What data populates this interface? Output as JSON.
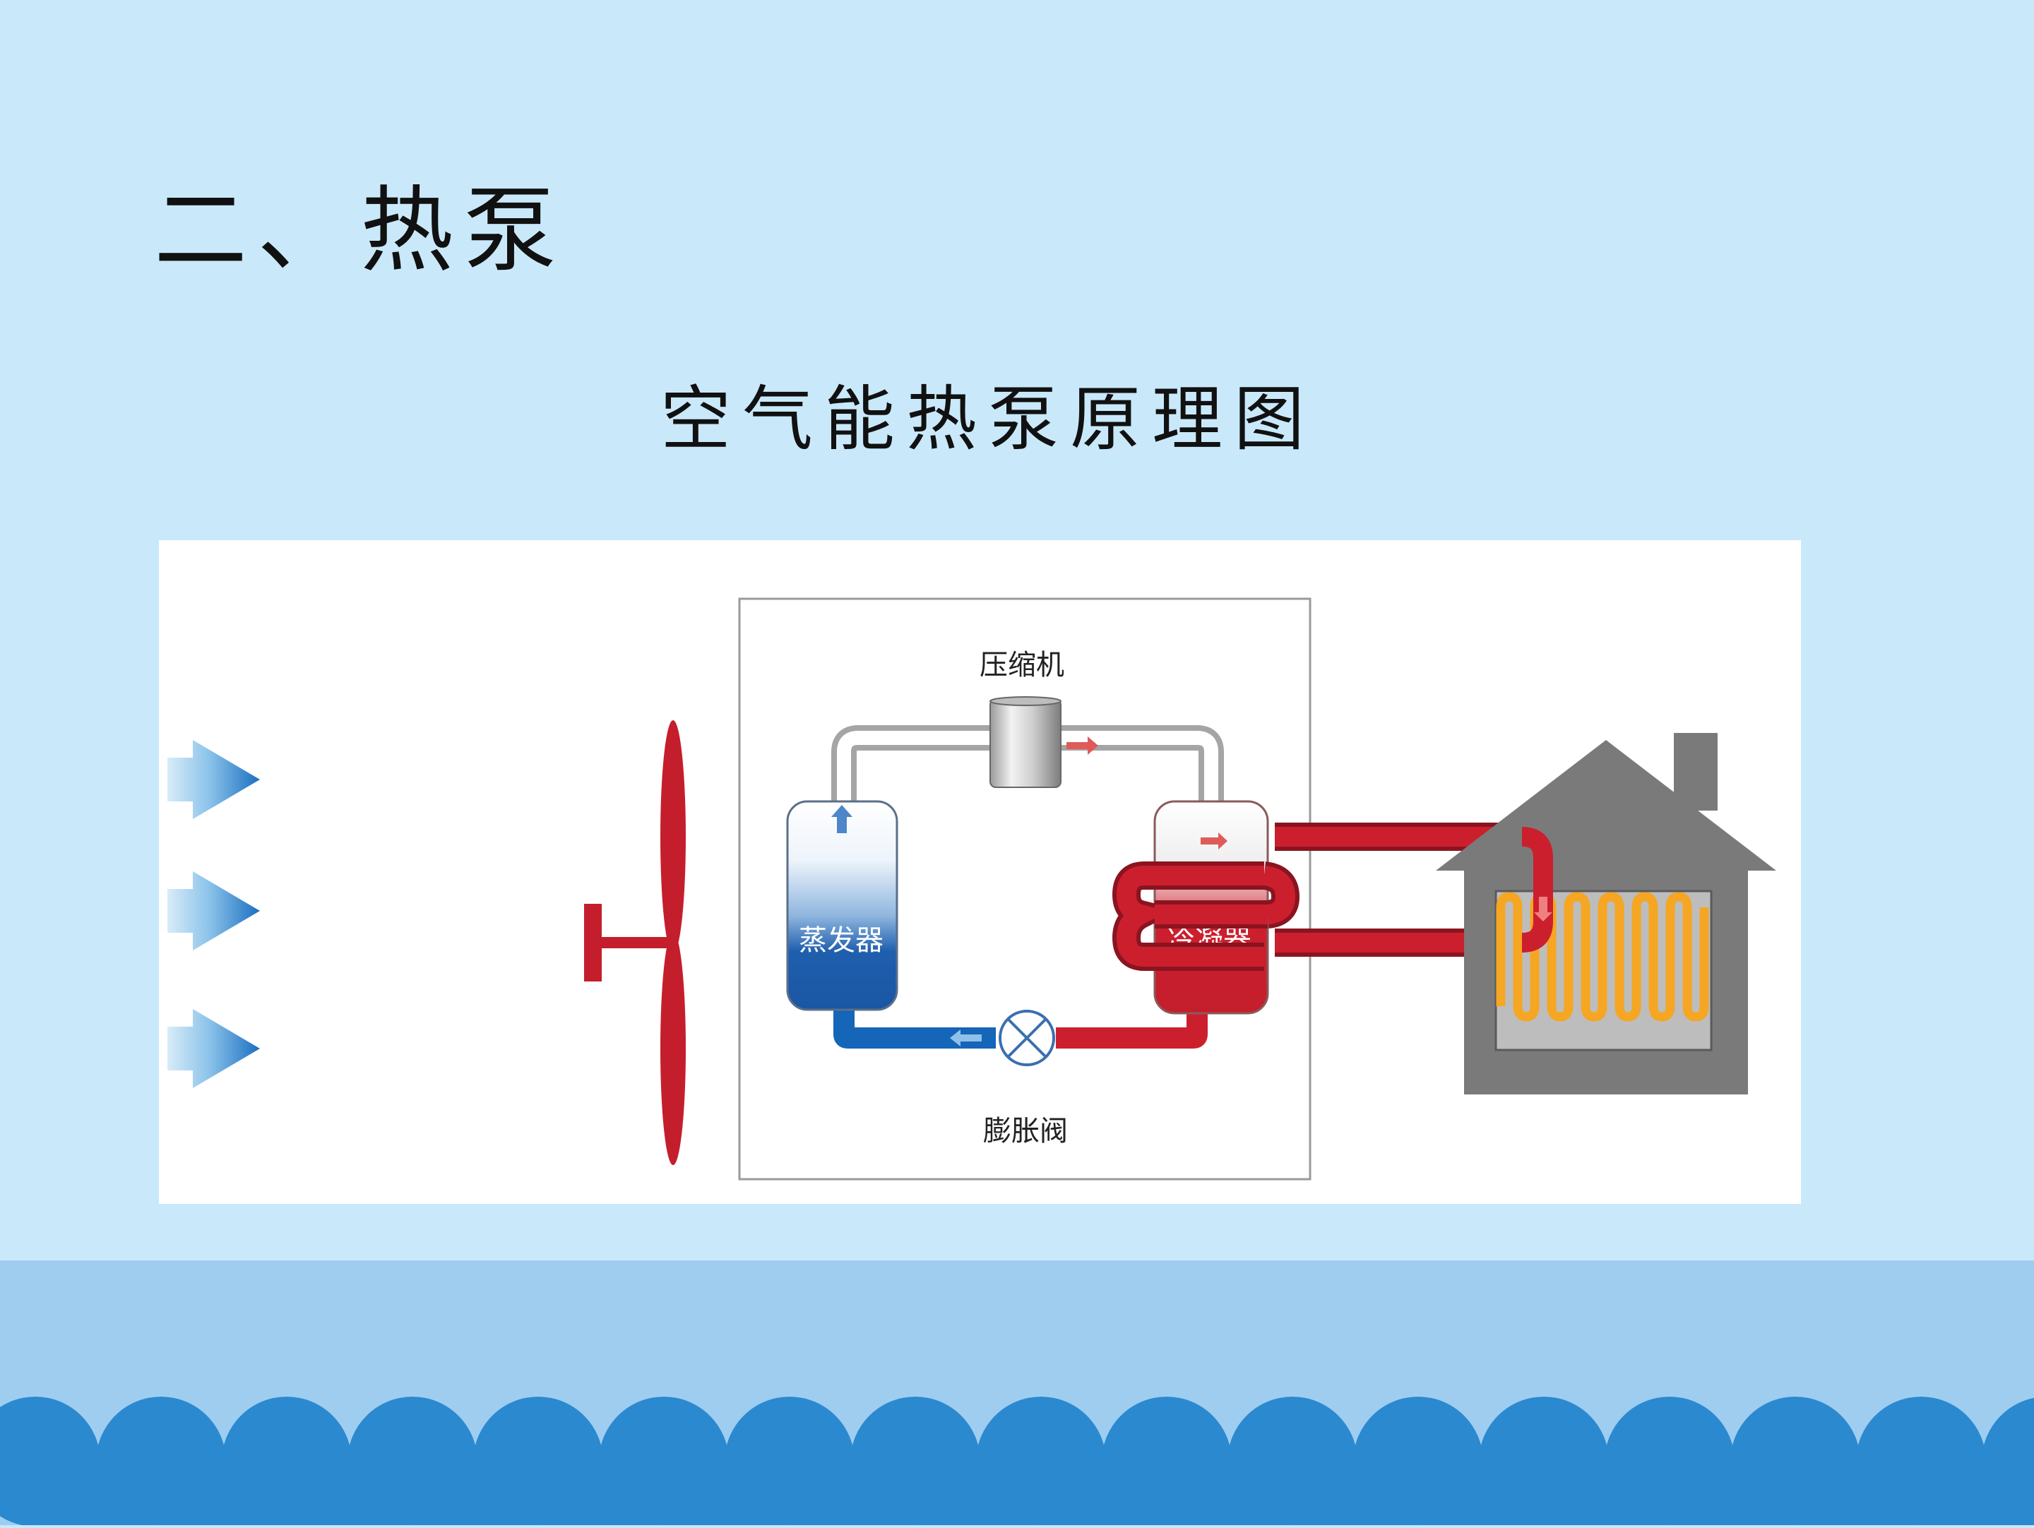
{
  "title": "二、热泵",
  "subtitle": "空气能热泵原理图",
  "diagram": {
    "compressor_label": "压缩机",
    "evaporator_label": "蒸发器",
    "condenser_label": "冷凝器",
    "expansion_valve_label": "膨胀阀"
  },
  "colors": {
    "background": "#c9e9fb",
    "footer_band": "#9fcdf0",
    "waves": "#2b89cf",
    "hot": "#cc1f2e",
    "cold": "#1565b8",
    "house": "#7a7a7a",
    "floor_heating": "#f5a623"
  }
}
